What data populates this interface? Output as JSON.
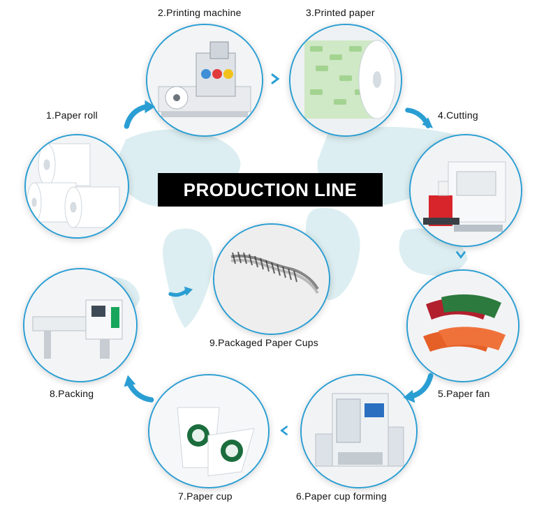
{
  "title": "PRODUCTION LINE",
  "steps": [
    {
      "label": "1.Paper roll"
    },
    {
      "label": "2.Printing machine"
    },
    {
      "label": "3.Printed paper"
    },
    {
      "label": "4.Cutting"
    },
    {
      "label": "5.Paper fan"
    },
    {
      "label": "6.Paper cup forming"
    },
    {
      "label": "7.Paper cup"
    },
    {
      "label": "8.Packing"
    },
    {
      "label": "9.Packaged Paper Cups"
    }
  ],
  "colors": {
    "accent": "#2a9ed3",
    "map": "#dceef1",
    "banner": "#000000"
  }
}
